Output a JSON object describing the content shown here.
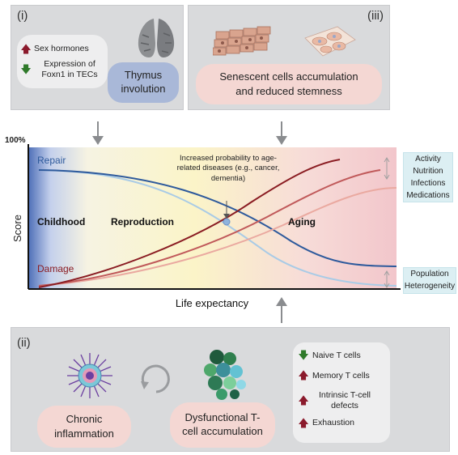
{
  "panel_i": {
    "label": "(i)",
    "factors": [
      {
        "dir": "up",
        "text": "Sex hormones"
      },
      {
        "dir": "down",
        "text": "Expression of Foxn1 in TECs"
      }
    ],
    "title": "Thymus involution"
  },
  "panel_iii": {
    "label": "(iii)",
    "title": "Senescent cells accumulation and reduced stemness"
  },
  "panel_ii": {
    "label": "(ii)",
    "inflammation": "Chronic inflammation",
    "dysfunctional": "Dysfunctional T-cell accumulation",
    "factors": [
      {
        "dir": "down",
        "text": "Naive T cells"
      },
      {
        "dir": "up",
        "text": "Memory T cells"
      },
      {
        "dir": "up",
        "text": "Intrinsic T-cell defects"
      },
      {
        "dir": "up",
        "text": "Exhaustion"
      }
    ]
  },
  "graph": {
    "y_top": "100%",
    "y_label": "Score",
    "x_label": "Life expectancy",
    "repair": "Repair",
    "damage": "Damage",
    "stages": [
      "Childhood",
      "Reproduction",
      "Aging"
    ],
    "annotation": "Increased probability to age-related diseases (e.g., cancer, dementia)",
    "side_top": [
      "Activity",
      "Nutrition",
      "Infections",
      "Medications"
    ],
    "side_bottom": [
      "Population",
      "Heterogeneity"
    ]
  },
  "colors": {
    "repair_dark": "#2e5a9c",
    "repair_light": "#a9cbe6",
    "damage_dark": "#8a1c22",
    "damage_mid": "#c0595a",
    "damage_light": "#eaa9a0",
    "up_arrow": "#8b1a2c",
    "down_arrow": "#2f7a2a"
  }
}
